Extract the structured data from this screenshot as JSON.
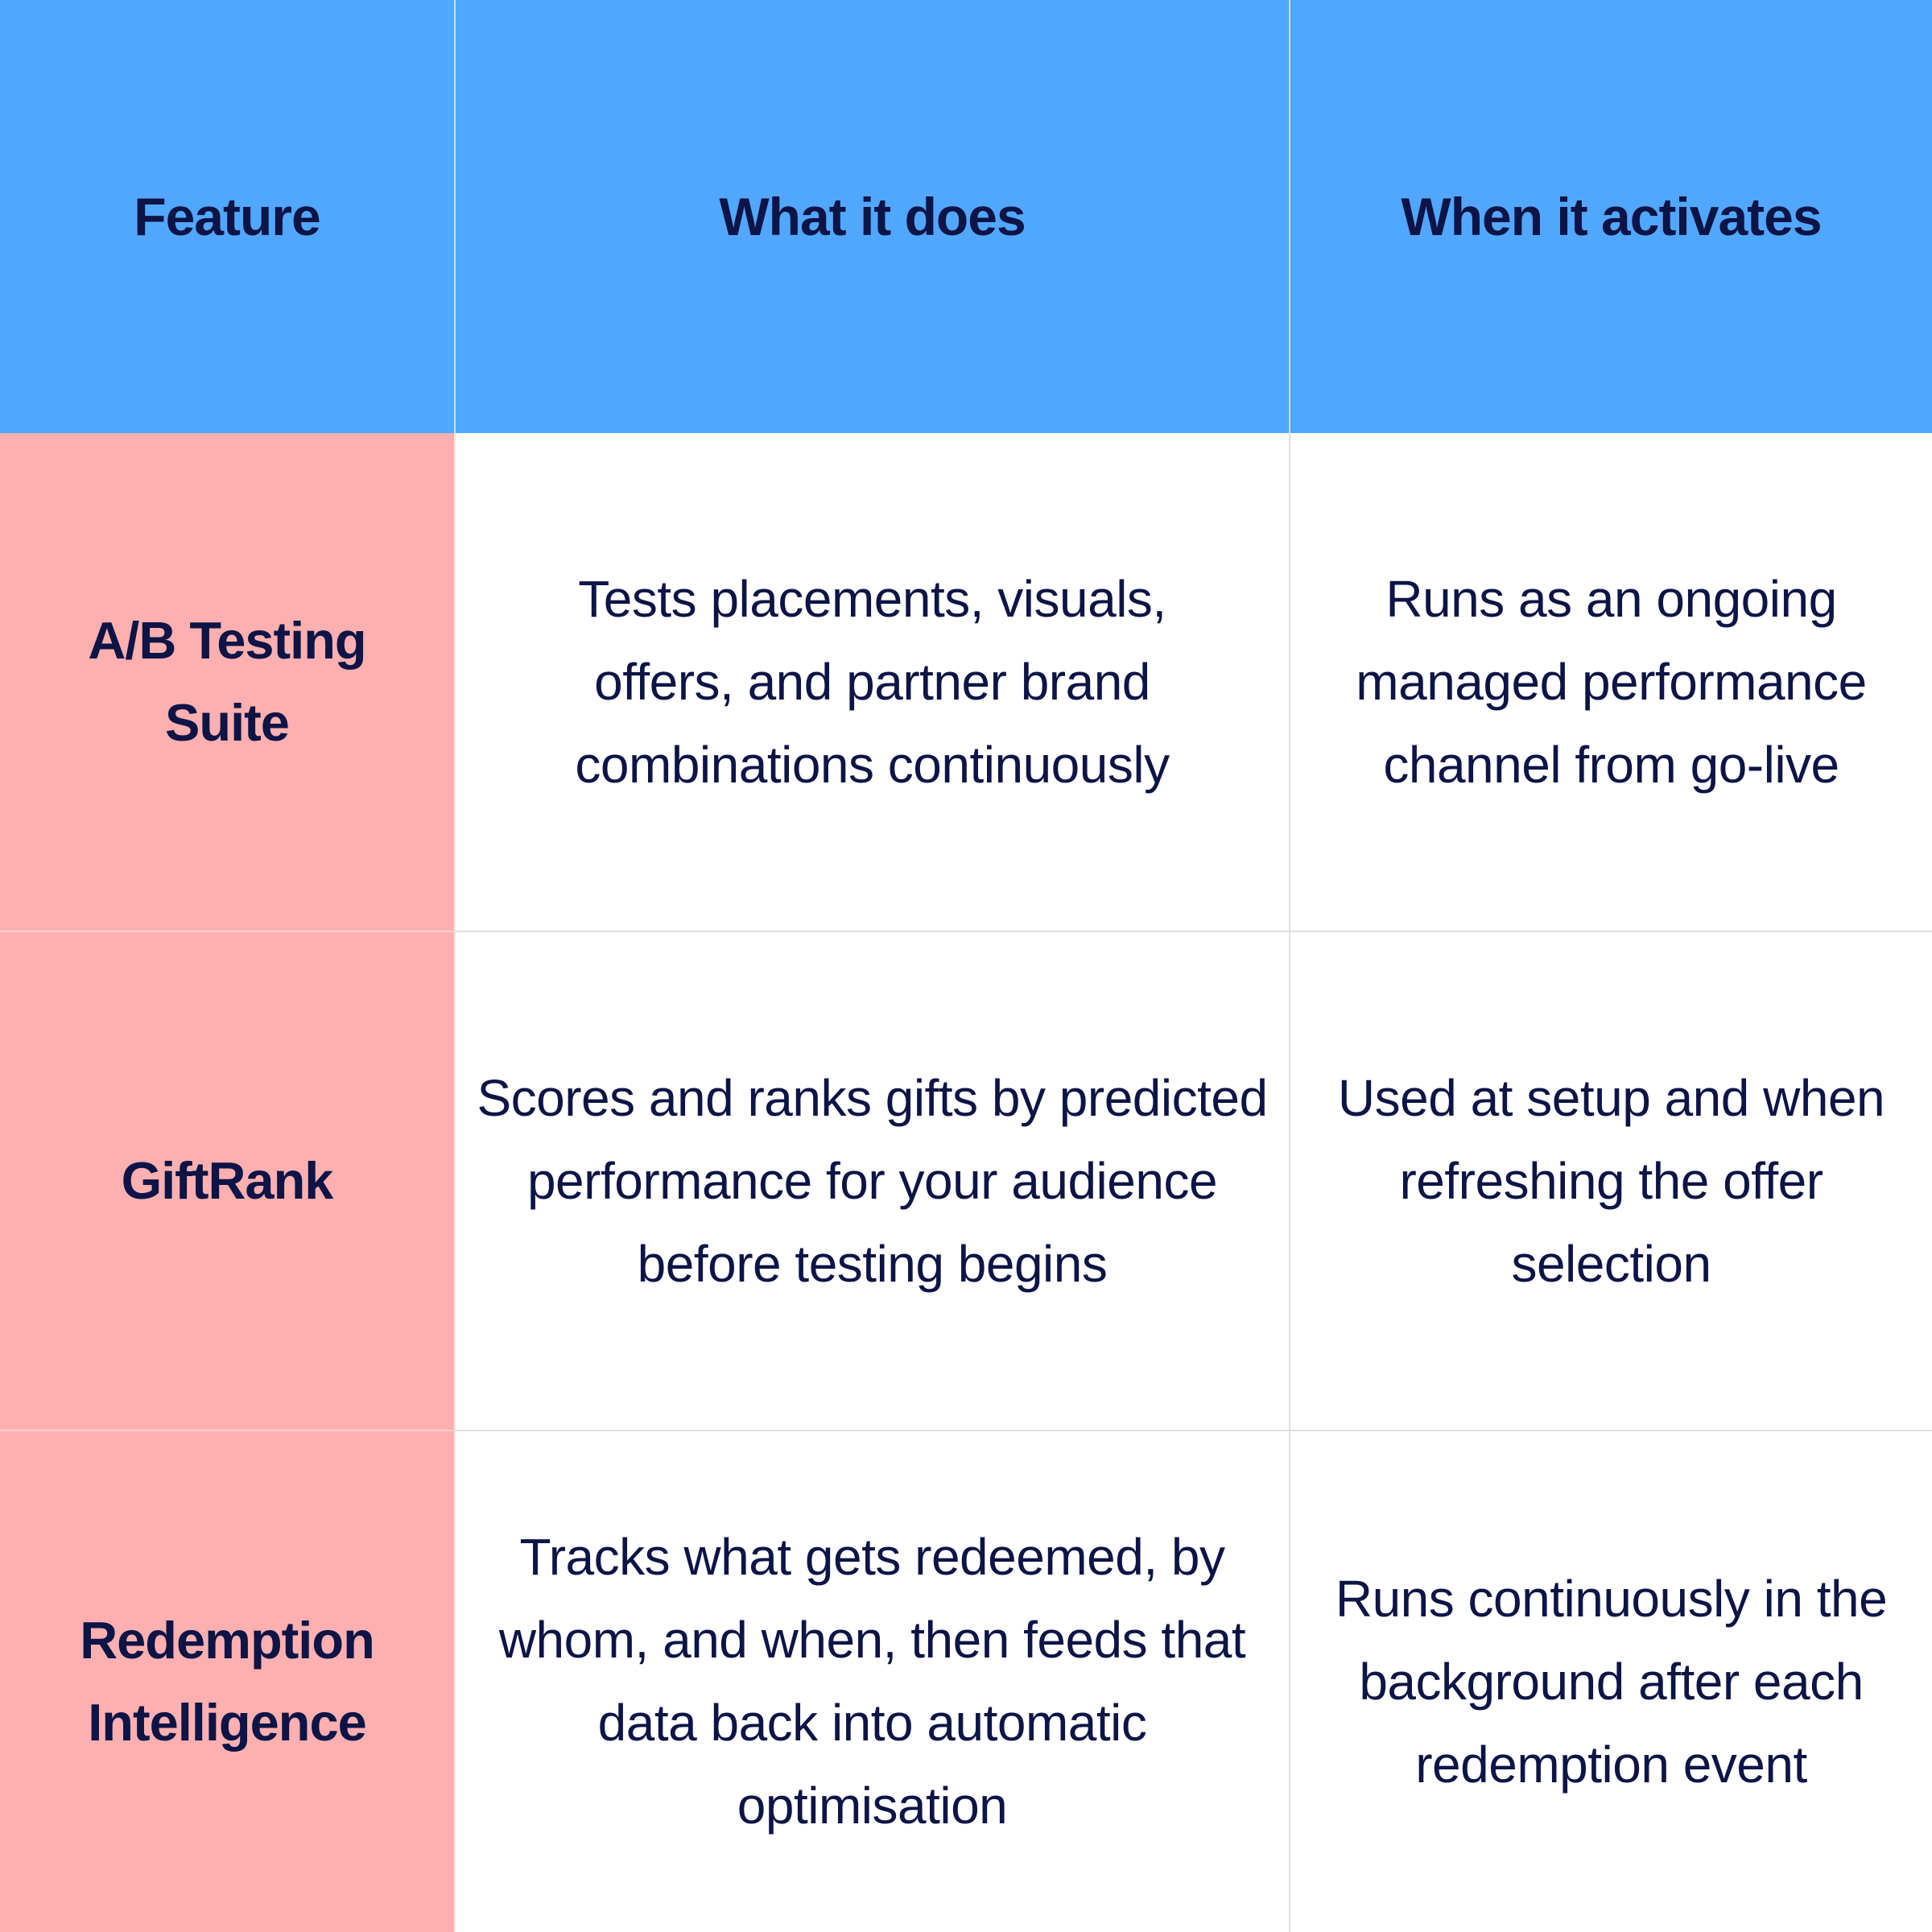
{
  "header": {
    "feature": "Feature",
    "what": "What it does",
    "when": "When it activates"
  },
  "rows": [
    {
      "feature": "A/B Testing Suite",
      "what": "Tests placements, visuals, offers, and partner brand combinations continuously",
      "when": "Runs as an ongoing managed performance channel from go-live"
    },
    {
      "feature": "GiftRank",
      "what": "Scores and ranks gifts by predicted performance for your audience before testing begins",
      "when": "Used at setup and when refreshing the offer selection"
    },
    {
      "feature": "Redemption Intelligence",
      "what": "Tracks what gets redeemed, by whom, and when, then feeds that data back into automatic optimisation",
      "when": "Runs continuously in the background after each redemption event"
    }
  ],
  "colors": {
    "header_bg": "#51a7fe",
    "feature_bg": "#feb0b0",
    "text": "#0d1446",
    "grid": "#dedede"
  }
}
